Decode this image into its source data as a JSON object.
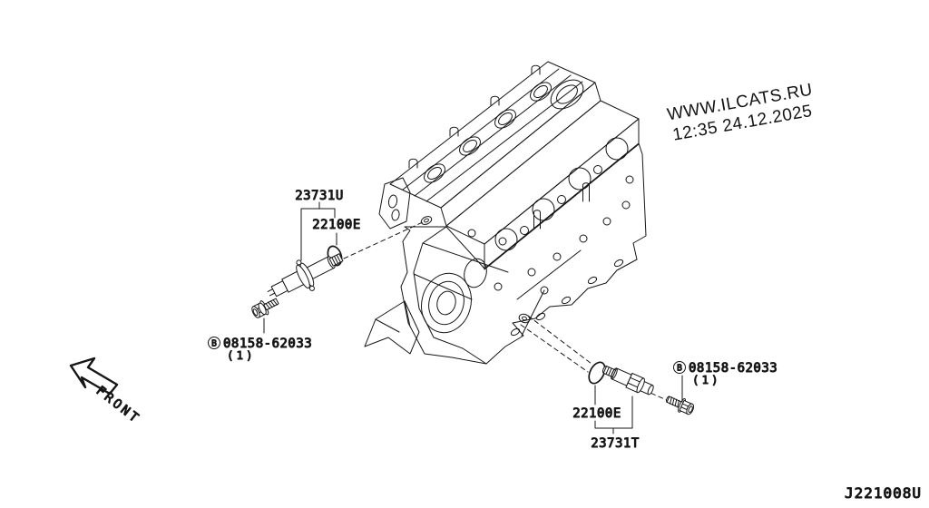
{
  "page": {
    "background": "#ffffff",
    "line_color": "#161616"
  },
  "watermark": {
    "line1": "WWW.ILCATS.RU",
    "line2": "12:35 24.12.2025",
    "color": "#a9a9a9"
  },
  "front_indicator": {
    "label": "FRONT"
  },
  "diagram_code": "J221008U",
  "parts": {
    "camshaft_sensor_top": {
      "label": "23731U"
    },
    "oring_top": {
      "label": "22100E"
    },
    "bolt_left": {
      "prefix": "B",
      "number": "08158-62033",
      "quantity": "(1)"
    },
    "oring_bottom": {
      "label": "22100E"
    },
    "crankshaft_sensor_bottom": {
      "label": "23731T"
    },
    "bolt_right": {
      "prefix": "B",
      "number": "08158-62033",
      "quantity": "(1)"
    }
  }
}
